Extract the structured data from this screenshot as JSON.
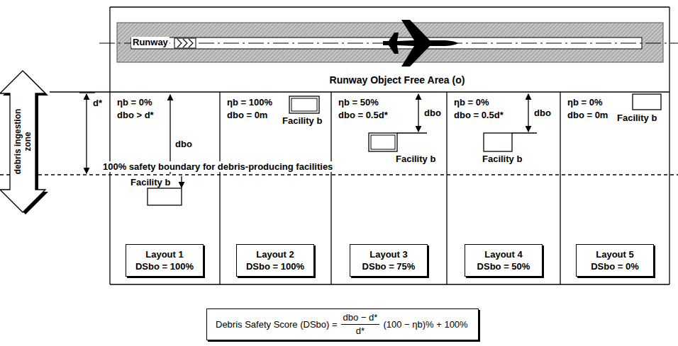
{
  "diagram": {
    "nodes": [
      {
        "text": [
          "Runway"
        ]
      },
      {
        "text": [
          "Layout 1",
          "DSbo = 100%"
        ]
      },
      {
        "text": [
          "Layout 2",
          "DSbo = 100%"
        ]
      },
      {
        "text": [
          "Layout 3",
          "DSbo = 75%"
        ]
      },
      {
        "text": [
          "Layout 4",
          "DSbo = 50%"
        ]
      },
      {
        "text": [
          "Layout 5",
          "DSbo = 0%"
        ]
      },
      {
        "text": [
          "Debris Safety Score (DSbo) =",
          "dbo − d*",
          "d*",
          "(100 − ηb)% + 100%"
        ]
      }
    ],
    "labels": [
      "Runway Object Free Area (o)",
      "debris ingestion zone",
      "d*",
      "ηb = 0%",
      "dbo > d*",
      "dbo",
      "ηb = 100%",
      "dbo = 0m",
      "Facility b",
      "ηb = 50%",
      "dbo = 0.5d*",
      "dbo",
      "Facility b",
      "ηb = 0%",
      "dbo = 0.5d*",
      "dbo",
      "Facility b",
      "ηb = 0%",
      "dbo = 0m",
      "Facility b",
      "100% safety boundary for debris-producing facilities",
      "Facility b"
    ]
  }
}
